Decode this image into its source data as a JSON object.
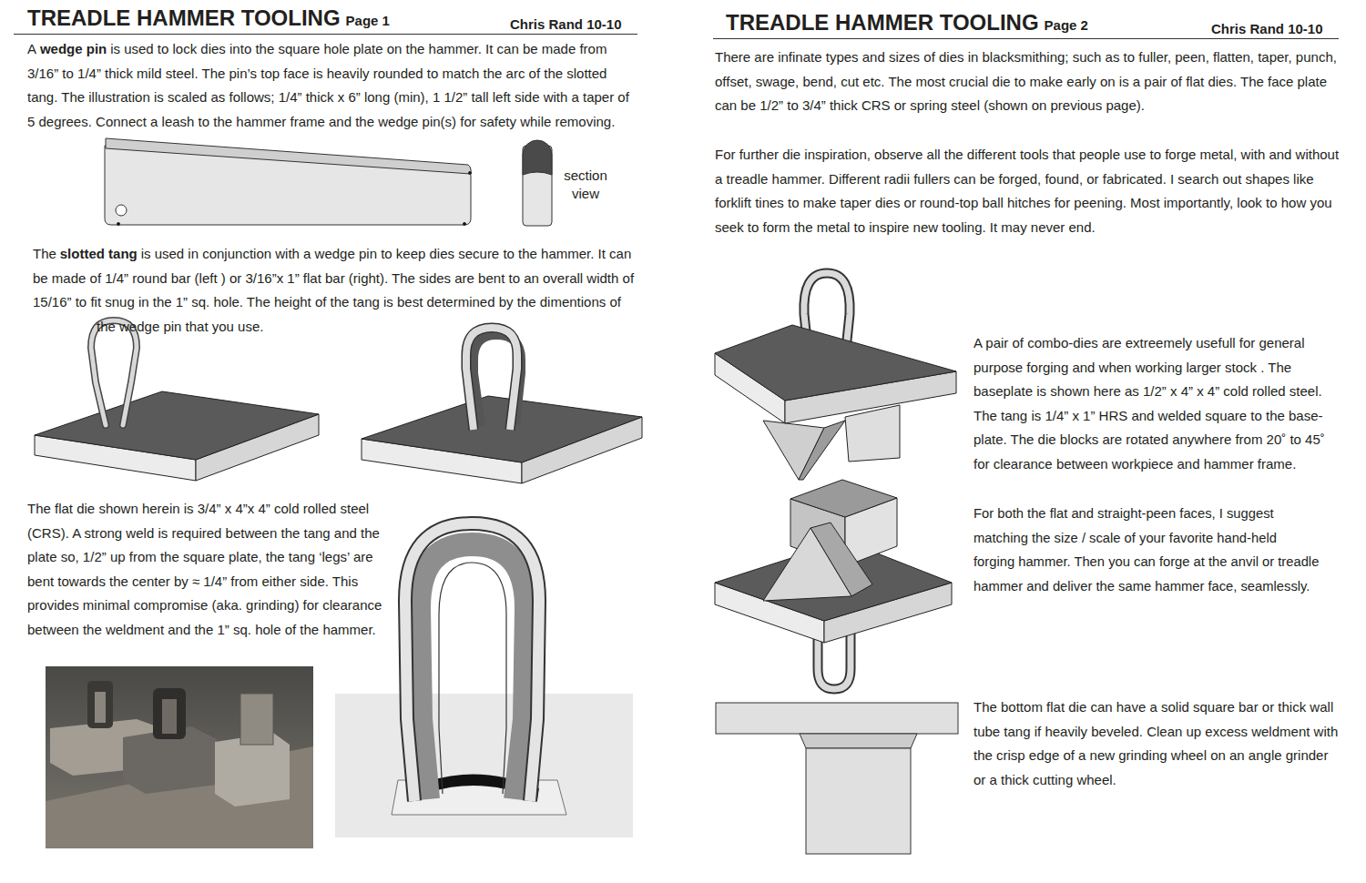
{
  "diagram": {
    "title": "TREADLE HAMMER TOOLING",
    "labels": [
      "Page 1",
      "Chris Rand 10-10",
      "A",
      "wedge pin",
      "is used to lock dies into the square hole plate on the hammer. It can be made from 3/16” to 1/4” thick mild steel. The pin’s top face is heavily rounded to match the arc of the slotted tang. The illustration is scaled as follows; 1/4” thick x 6” long (min), 1 1/2” tall left side with a taper of 5 degrees. Connect a leash to the hammer frame and the wedge pin(s) for safety while removing.",
      "section view",
      "The",
      "slotted tang",
      "is used in conjunction with a wedge pin to keep dies secure to the hammer. It can be made of 1/4” round bar (left ) or 3/16”x 1” flat bar (right). The sides are bent to an overall width of 15/16” to fit snug in the 1” sq. hole. The height of the tang is best determined by the dimentions of",
      "the wedge pin that you use.",
      "The flat die shown herein is 3/4” x 4”x 4” cold rolled steel (CRS). A strong weld is required between the tang and the plate so, 1/2” up from the square plate, the tang ‘legs’ are bent towards the center by ≈ 1/4” from either side. This provides minimal compromise (aka. grinding) for clearance between the weldment and the 1” sq. hole of the hammer.",
      "TREADLE HAMMER TOOLING",
      "Page 2",
      "Chris Rand 10-10",
      "There are infinate types and sizes of dies in blacksmithing; such as to fuller, peen, flatten, taper, punch, offset, swage, bend, cut etc. The most crucial die to make early on is a pair of flat dies. The face plate can be 1/2” to 3/4” thick CRS or spring steel (shown on previous page).",
      "For further die inspiration, observe all the different tools that people use to forge metal, with and without a treadle hammer. Different radii fullers can be forged, found, or fabricated. I search out shapes like forklift tines to make taper dies or round-top ball hitches for peening. Most importantly, look to how you seek to form the metal to inspire new tooling. It may never end.",
      "A pair of combo-dies are extreemely usefull for general purpose forging and when working larger stock . The baseplate is shown here as 1/2” x 4” x 4” cold rolled steel. The tang is 1/4” x 1” HRS and welded square to the base-plate. The die blocks are rotated anywhere from 20˚ to 45˚ for clearance between workpiece and hammer frame.",
      "For both the flat and straight-peen faces, I suggest matching the size / scale of your favorite hand-held forging hammer. Then you can forge at the anvil or treadle hammer and deliver the same hammer face, seamlessly.",
      "The bottom flat die can have a solid square bar or thick wall tube tang if heavily beveled. Clean up excess weldment with the crisp edge of a new grinding wheel on an angle grinder or a thick cutting wheel."
    ]
  }
}
